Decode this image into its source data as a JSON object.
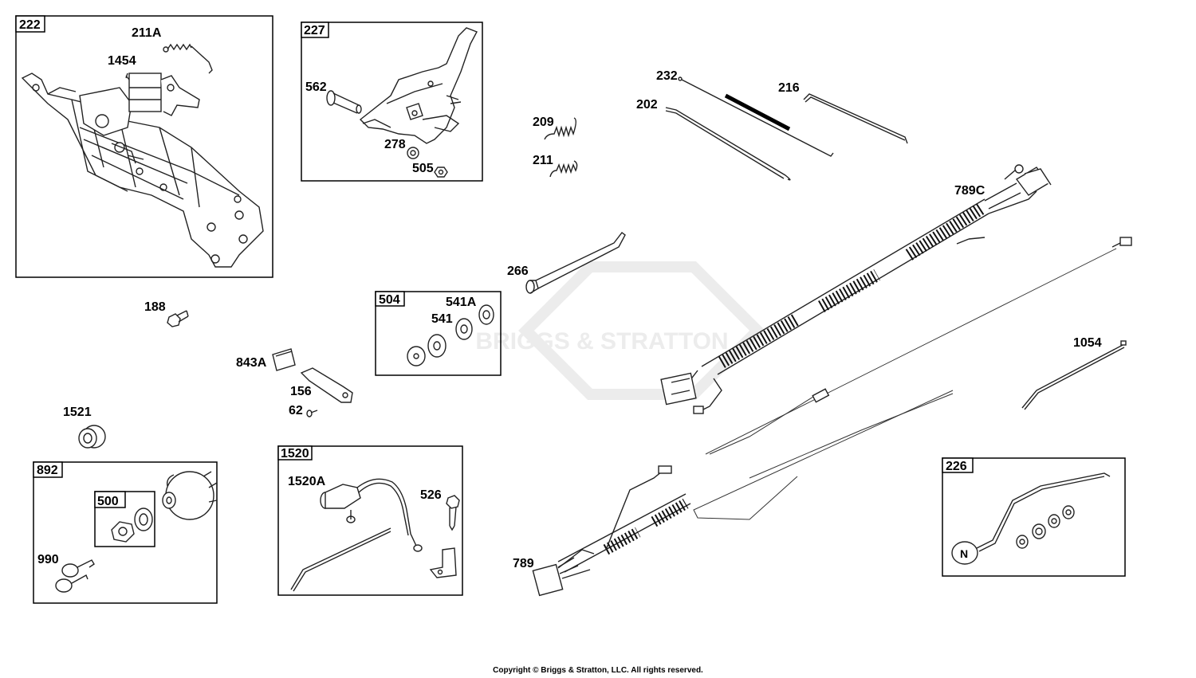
{
  "watermark": "BRIGGS & STRATTON",
  "copyright": "Copyright © Briggs & Stratton, LLC. All rights reserved.",
  "boxes": {
    "b222": "222",
    "b227": "227",
    "b504": "504",
    "b892": "892",
    "b500": "500",
    "b1520": "1520",
    "b226": "226"
  },
  "parts": {
    "p211A": "211A",
    "p1454": "1454",
    "p562": "562",
    "p278": "278",
    "p505": "505",
    "p209": "209",
    "p211": "211",
    "p232": "232",
    "p202": "202",
    "p216": "216",
    "p789C": "789C",
    "p266": "266",
    "p541A": "541A",
    "p541": "541",
    "p188": "188",
    "p843A": "843A",
    "p156": "156",
    "p62": "62",
    "p1054": "1054",
    "p1521": "1521",
    "p1520A": "1520A",
    "p526": "526",
    "p990": "990",
    "p789": "789"
  }
}
